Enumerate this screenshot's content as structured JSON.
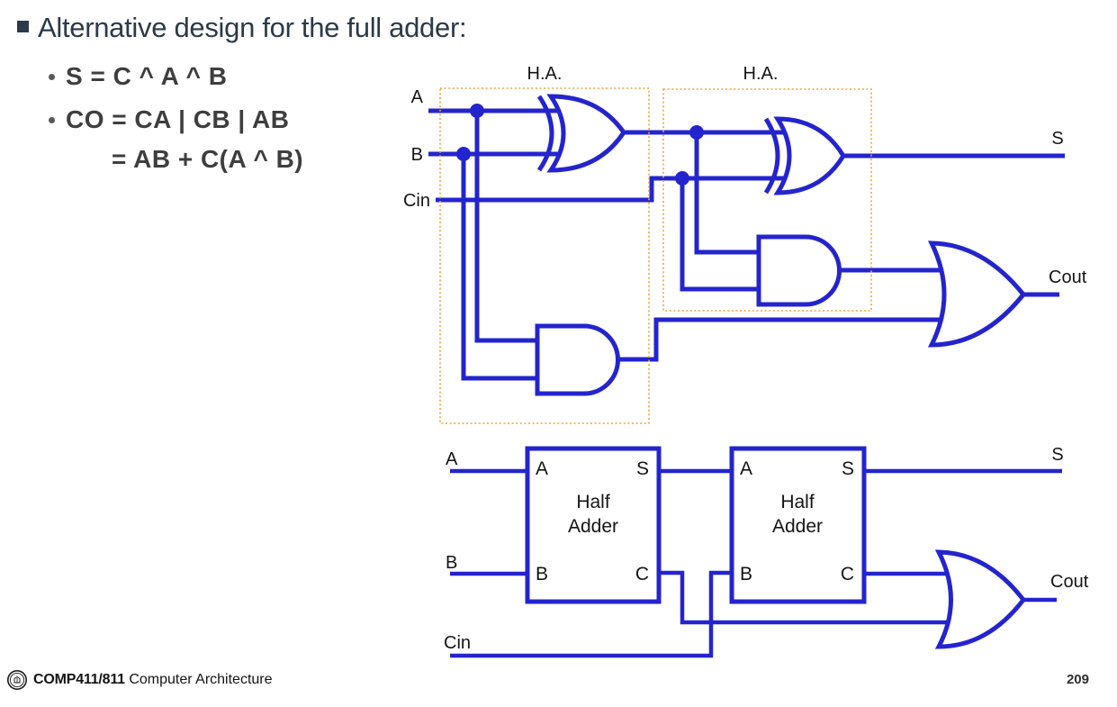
{
  "slide": {
    "title": "Alternative design for the full adder:",
    "bullet_1": "S = C ^ A ^ B",
    "bullet_2": "CO = CA | CB | AB",
    "bullet_3": "= AB + C(A ^ B)"
  },
  "schematic": {
    "ha1_caption": "H.A.",
    "ha2_caption": "H.A.",
    "input_a": "A",
    "input_b": "B",
    "input_cin": "Cin",
    "output_s": "S",
    "output_cout": "Cout"
  },
  "block_diagram": {
    "input_a": "A",
    "input_b": "B",
    "input_cin": "Cin",
    "output_s": "S",
    "output_cout": "Cout",
    "ha1": {
      "name_line1": "Half",
      "name_line2": "Adder",
      "port_a": "A",
      "port_s": "S",
      "port_b": "B",
      "port_c": "C"
    },
    "ha2": {
      "name_line1": "Half",
      "name_line2": "Adder",
      "port_a": "A",
      "port_s": "S",
      "port_b": "B",
      "port_c": "C"
    }
  },
  "footer": {
    "course_code": "COMP411/811",
    "course_name": "Computer Architecture",
    "page_number": "209"
  },
  "colors": {
    "wire_blue": "#2424cf",
    "dotted_orange": "#f0a43c",
    "title_navy": "#2b3a4a",
    "formula_gray": "#3e3e3e"
  }
}
